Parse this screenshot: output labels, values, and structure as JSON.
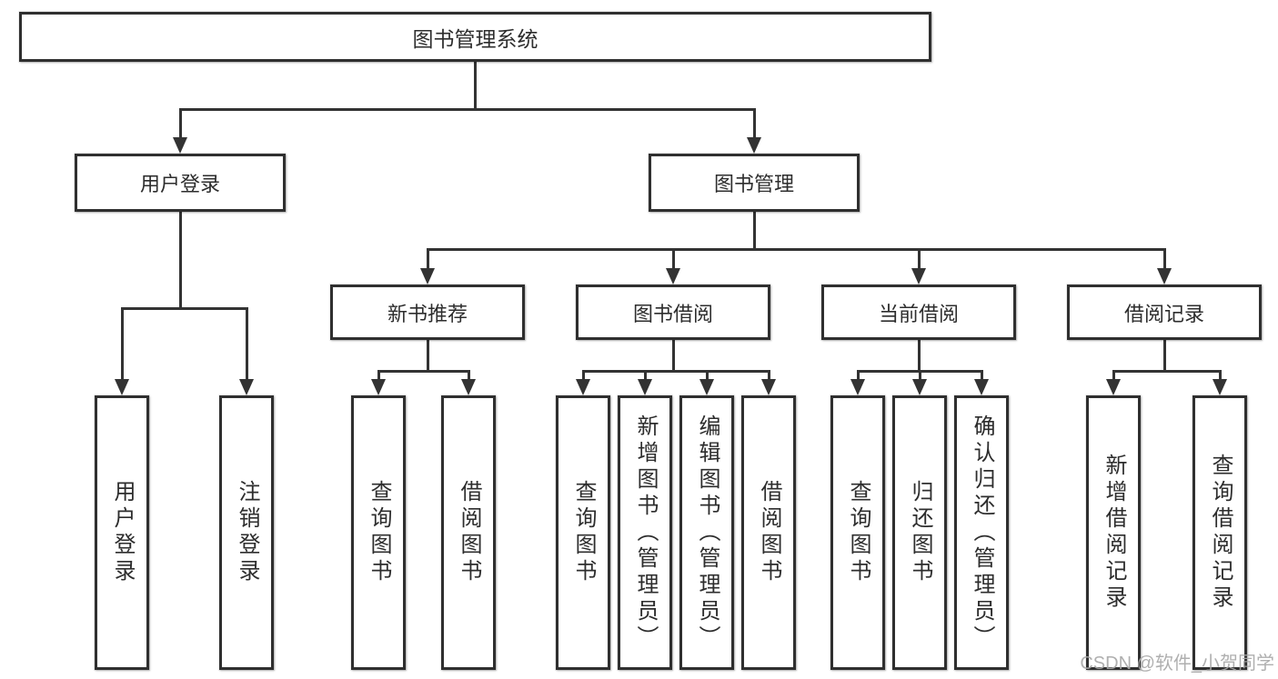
{
  "diagram": {
    "type": "hierarchy-tree",
    "root_label": "图书管理系统",
    "branches": [
      {
        "label": "用户登录",
        "children": [
          {
            "label": "用户登录"
          },
          {
            "label": "注销登录"
          }
        ]
      },
      {
        "label": "图书管理",
        "children": [
          {
            "label": "新书推荐",
            "children": [
              {
                "label": "查询图书"
              },
              {
                "label": "借阅图书"
              }
            ]
          },
          {
            "label": "图书借阅",
            "children": [
              {
                "label": "查询图书"
              },
              {
                "label": "新增图书（管理员）"
              },
              {
                "label": "编辑图书（管理员）"
              },
              {
                "label": "借阅图书"
              }
            ]
          },
          {
            "label": "当前借阅",
            "children": [
              {
                "label": "查询图书"
              },
              {
                "label": "归还图书"
              },
              {
                "label": "确认归还（管理员）"
              }
            ]
          },
          {
            "label": "借阅记录",
            "children": [
              {
                "label": "新增借阅记录"
              },
              {
                "label": "查询借阅记录"
              }
            ]
          }
        ]
      }
    ]
  },
  "watermark": "CSDN @软件_小贺同学",
  "colors": {
    "line": "#333333",
    "border": "#2f2f2f",
    "text": "#2d2d2d",
    "watermark": "#a8a8a8",
    "background": "#ffffff"
  }
}
